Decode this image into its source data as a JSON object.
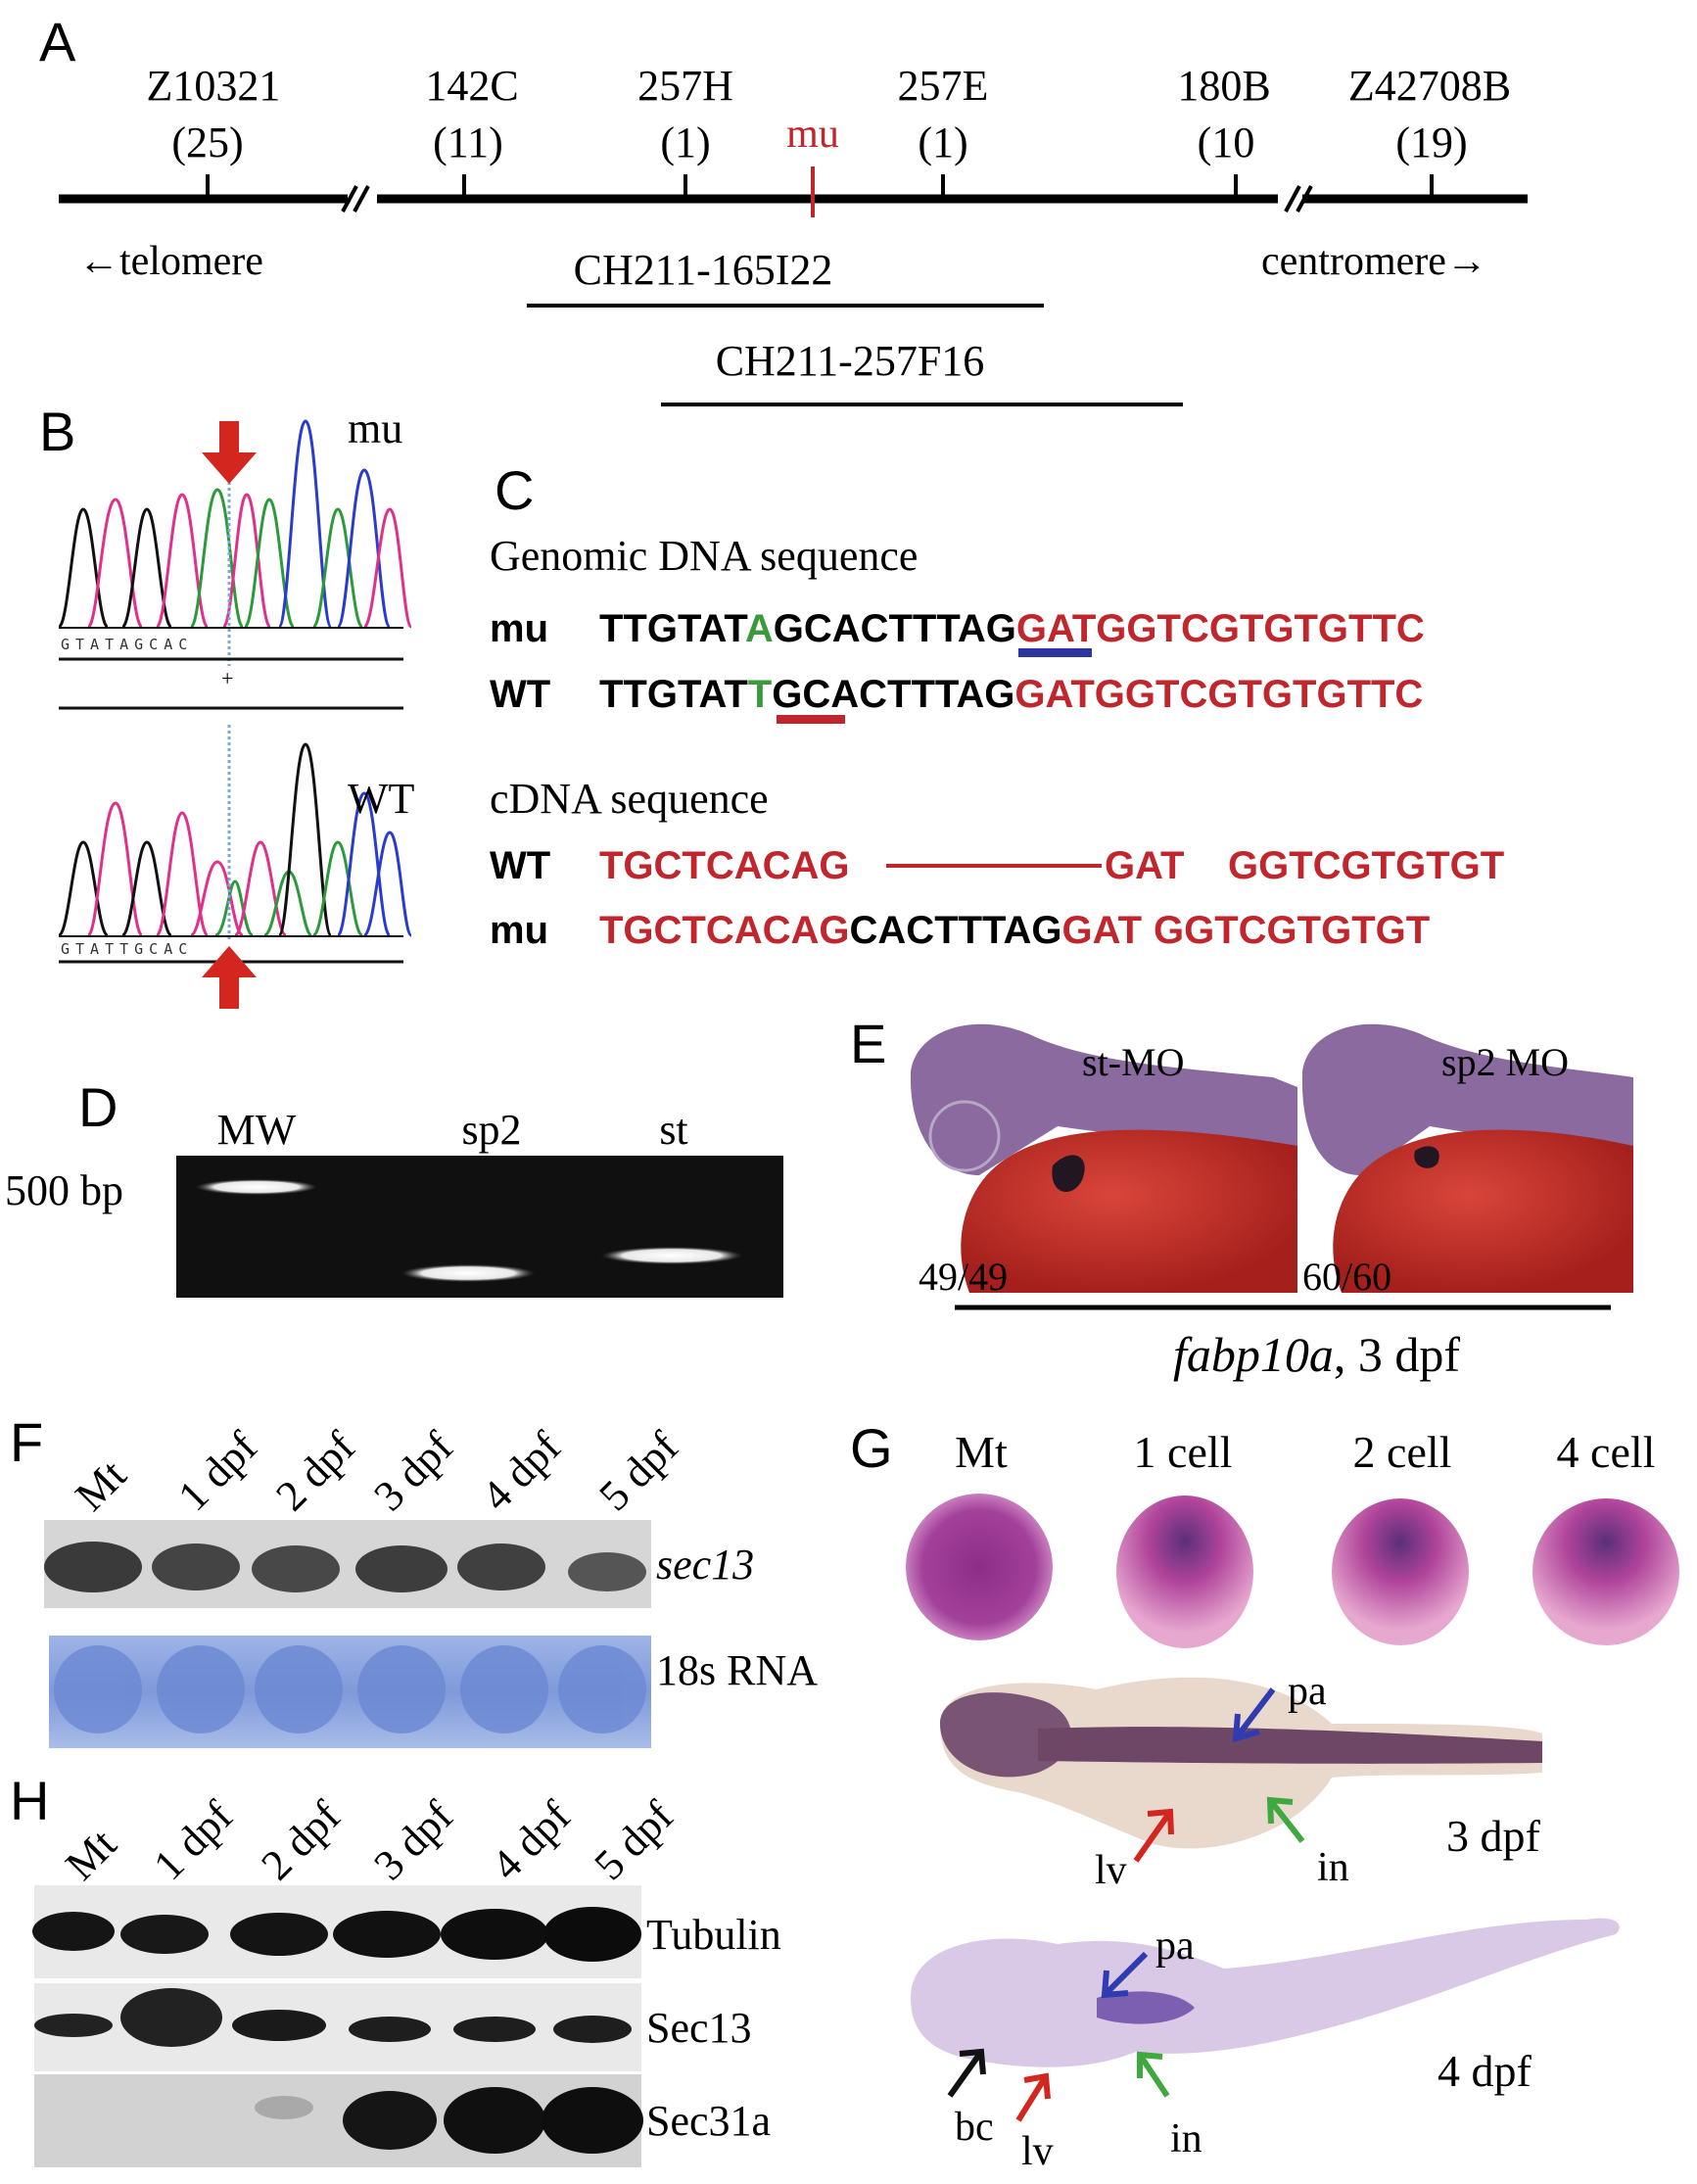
{
  "panel_labels": {
    "a": "A",
    "b": "B",
    "c": "C",
    "d": "D",
    "e": "E",
    "f": "F",
    "g": "G",
    "h": "H"
  },
  "panel_a": {
    "markers": [
      {
        "name": "Z10321",
        "count": "(25)"
      },
      {
        "name": "142C",
        "count": "(11)"
      },
      {
        "name": "257H",
        "count": "(1)"
      },
      {
        "name": "257E",
        "count": "(1)"
      },
      {
        "name": "180B",
        "count": "(10"
      },
      {
        "name": "Z42708B",
        "count": "(19)"
      }
    ],
    "mutation_label": "mu",
    "telomere": "←telomere",
    "centromere": "centromere→",
    "bac_clones": [
      "CH211-165I22",
      "CH211-257F16"
    ]
  },
  "panel_b": {
    "mu_label": "mu",
    "wt_label": "WT",
    "mu_sequence": "GTATAGCAC",
    "wt_sequence": "GTATTGCAC"
  },
  "panel_c": {
    "genomic_title": "Genomic DNA sequence",
    "genomic_rows": [
      {
        "label": "mu",
        "p1": "TTGTAT",
        "p2": "A",
        "p3": "GCACTTT",
        "p4": "AG",
        "p5": "GATGGTCGTGTGTTC"
      },
      {
        "label": "WT",
        "p1": "TTGTAT",
        "p2": "T",
        "p3": "GCACTTTAG",
        "p5": "GATGGTCGTGTGTTC"
      }
    ],
    "cdna_title": "cDNA sequence",
    "cdna_rows": [
      {
        "label": "WT",
        "p1": "TGCTCACAG",
        "p3": "GAT",
        "p4": "GGTCGTGTGT"
      },
      {
        "label": "mu",
        "p1": "TGCTCACAG",
        "p2": "CACTTTAG",
        "p3": "GAT",
        "p4": "GGTCGTGTGT"
      }
    ]
  },
  "panel_d": {
    "lanes": [
      "MW",
      "sp2",
      "st"
    ],
    "size_marker": "500 bp"
  },
  "panel_e": {
    "images": [
      {
        "label": "st-MO",
        "count": "49/49"
      },
      {
        "label": "sp2 MO",
        "count": "60/60"
      }
    ],
    "gene": "fabp10a",
    "stage": ", 3 dpf"
  },
  "panel_f": {
    "lanes": [
      "Mt",
      "1 dpf",
      "2 dpf",
      "3 dpf",
      "4 dpf",
      "5 dpf"
    ],
    "blot_label": "sec13",
    "loading_label": "18s RNA"
  },
  "panel_g": {
    "stages": [
      "Mt",
      "1 cell",
      "2 cell",
      "4 cell"
    ],
    "larva_3dpf": {
      "stage": "3 dpf",
      "labels": [
        "pa",
        "lv",
        "in"
      ]
    },
    "larva_4dpf": {
      "stage": "4 dpf",
      "labels": [
        "pa",
        "bc",
        "lv",
        "in"
      ]
    }
  },
  "panel_h": {
    "lanes": [
      "Mt",
      "1 dpf",
      "2 dpf",
      "3 dpf",
      "4 dpf",
      "5 dpf"
    ],
    "blots": [
      "Tubulin",
      "Sec13",
      "Sec31a"
    ]
  },
  "colors": {
    "sequence_red": "#c0262c",
    "mutation_green": "#3b9a3b",
    "underline_blue": "#2d35a0",
    "underline_red": "#c0262c",
    "arrow_red": "#d3261f",
    "arrow_blue": "#2f3bb0",
    "arrow_green": "#3fa83f"
  }
}
